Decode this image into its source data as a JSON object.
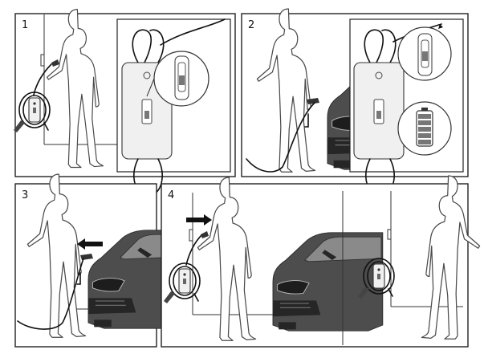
{
  "steps": [
    {
      "number": "1"
    },
    {
      "number": "2"
    },
    {
      "number": "3"
    },
    {
      "number": "4"
    }
  ],
  "icons": {
    "person": "person-silhouette",
    "charger": "charger-unit-icon",
    "car": "car-front-icon",
    "arrow": "direction-arrow-icon",
    "battery": "battery-level-icon"
  },
  "colors": {
    "outline": "#222222",
    "person_stroke": "#4a4a4a",
    "car_body": "#4d4d4d",
    "cable": "#111111"
  }
}
